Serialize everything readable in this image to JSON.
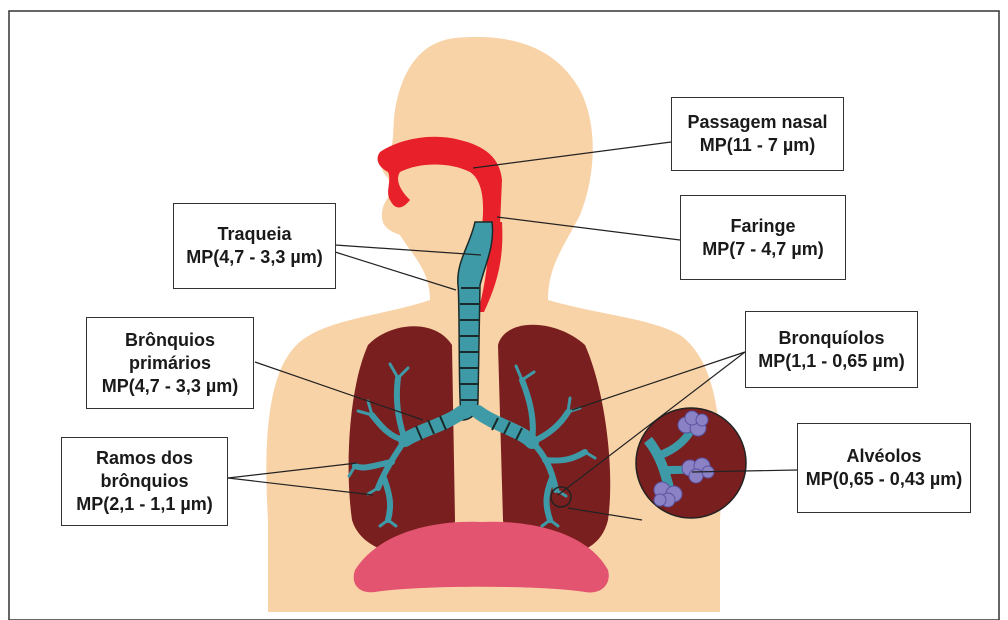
{
  "colors": {
    "skin": "#f9d3a8",
    "lung": "#7a1f1f",
    "airway": "#3e9aa6",
    "nasal": "#e8202a",
    "diaphragm": "#e35470",
    "alveoli": "#8a82c4",
    "frame": "#333333"
  },
  "labels": {
    "nasal": {
      "name": "Passagem nasal",
      "range": "MP(11 - 7 µm)"
    },
    "faringe": {
      "name": "Faringe",
      "range": "MP(7 - 4,7 µm)"
    },
    "traqueia": {
      "name": "Traqueia",
      "range": "MP(4,7 - 3,3 µm)"
    },
    "bronquios": {
      "line1": "Brônquios",
      "line2": "primários",
      "range": "MP(4,7 - 3,3 µm)"
    },
    "bronquiolos": {
      "name": "Bronquíolos",
      "range": "MP(1,1 - 0,65 µm)"
    },
    "ramos": {
      "line1": "Ramos dos",
      "line2": "brônquios",
      "range": "MP(2,1 - 1,1 µm)"
    },
    "alveolos": {
      "name": "Alvéolos",
      "range": "MP(0,65 - 0,43 µm)"
    }
  }
}
